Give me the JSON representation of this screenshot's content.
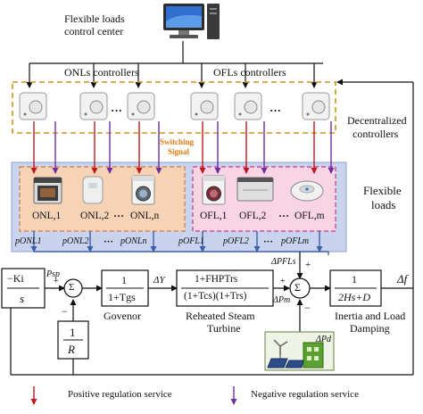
{
  "center": {
    "title_line1": "Flexible loads",
    "title_line2": "control center"
  },
  "controllers": {
    "onl_label": "ONLs controllers",
    "ofl_label": "OFLs controllers",
    "ellipsis": "···",
    "decentralized_line1": "Decentralized",
    "decentralized_line2": "controllers",
    "switching_line1": "Switching",
    "switching_line2": "Signal"
  },
  "loads": {
    "flexible_line1": "Flexible",
    "flexible_line2": "loads",
    "onl": [
      "ONL,1",
      "ONL,2",
      "ONL,n"
    ],
    "ofl": [
      "OFL,1",
      "OFL,2",
      "OFL,m"
    ],
    "ellipsis": "···",
    "p_onl": [
      "pONL1",
      "pONL2",
      "pONLn"
    ],
    "p_ofl": [
      "pOFL1",
      "pOFL2",
      "pOFLm"
    ]
  },
  "blocks": {
    "integrator_num": "−Ki",
    "integrator_den": "s",
    "droop_num": "1",
    "droop_den": "R",
    "governor_num": "1",
    "governor_den": "1+Tgs",
    "governor_label": "Govenor",
    "turbine_num": "1+FHPTrs",
    "turbine_den": "(1+Tcs)(1+Trs)",
    "turbine_label_line1": "Reheated Steam",
    "turbine_label_line2": "Turbine",
    "inertia_num": "1",
    "inertia_den": "2Hs+D",
    "inertia_label_line1": "Inertia and Load",
    "inertia_label_line2": "Damping"
  },
  "signals": {
    "psp": "Psp",
    "delta_y": "ΔY",
    "delta_pfls": "ΔPFLs",
    "delta_pm": "ΔPm",
    "delta_pd": "ΔPd",
    "delta_f": "Δf",
    "sigma": "Σ",
    "plus": "+",
    "minus": "−"
  },
  "legend": {
    "positive": "Positive regulation service",
    "negative": "Negative regulation service"
  },
  "colors": {
    "positive": "#c0181d",
    "negative": "#7030a0",
    "flexible_bg": "#c9d3ee",
    "onl_bg": "#f7d3b6",
    "ofl_bg": "#f8d4e4",
    "controller_border": "#c8961e",
    "switching_text": "#e07a12",
    "arrow_blue": "#3b5fa8"
  }
}
